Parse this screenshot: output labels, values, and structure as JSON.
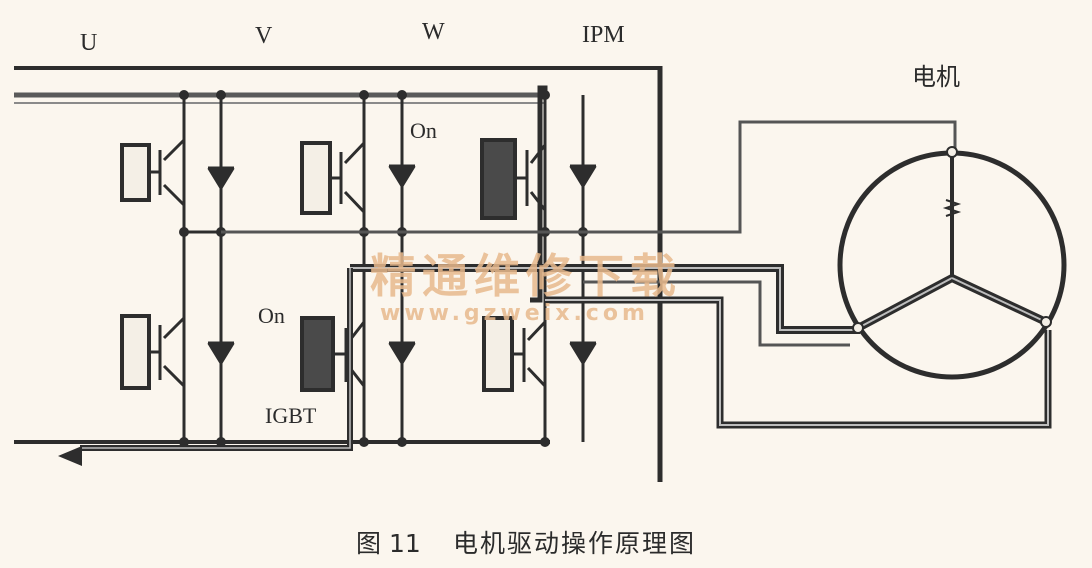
{
  "labels": {
    "phase_u": "U",
    "phase_v": "V",
    "phase_w": "W",
    "ipm": "IPM",
    "motor": "电机",
    "on_top": "On",
    "on_bottom": "On",
    "igbt": "IGBT"
  },
  "caption": {
    "figure_number": "图 11",
    "title": "电机驱动操作原理图"
  },
  "watermark": {
    "title": "精通维修下载",
    "url": "www.gzweix.com"
  },
  "colors": {
    "wire": "#2d2d2d",
    "wire_gray": "#7a7a7a",
    "on_gate": "#4a4a4a",
    "off_gate": "#f4efe6",
    "watermark": "#e8b98d",
    "background": "#fbf6ee"
  }
}
